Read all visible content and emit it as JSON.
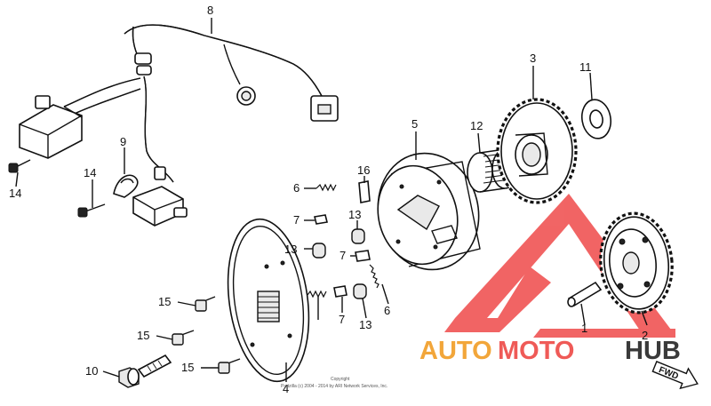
{
  "callouts": [
    "1",
    "2",
    "3",
    "4",
    "5",
    "6",
    "6",
    "7",
    "7",
    "7",
    "8",
    "9",
    "10",
    "11",
    "12",
    "13",
    "13",
    "13",
    "14",
    "14",
    "15",
    "15",
    "15",
    "16"
  ],
  "copyright": {
    "line1": "Copyright",
    "line2": "Partzilla (c) 2004 - 2014 by ARI Network Services, Inc."
  },
  "watermark": {
    "part1": "AUTO",
    "part2": "MOTO",
    "part3": "HUB",
    "colors": {
      "auto": "#f2a63a",
      "moto": "#ef5a57",
      "hub": "#3a3a3a",
      "triangle": "#ef4a4a"
    }
  },
  "direction_marker": "FWD"
}
